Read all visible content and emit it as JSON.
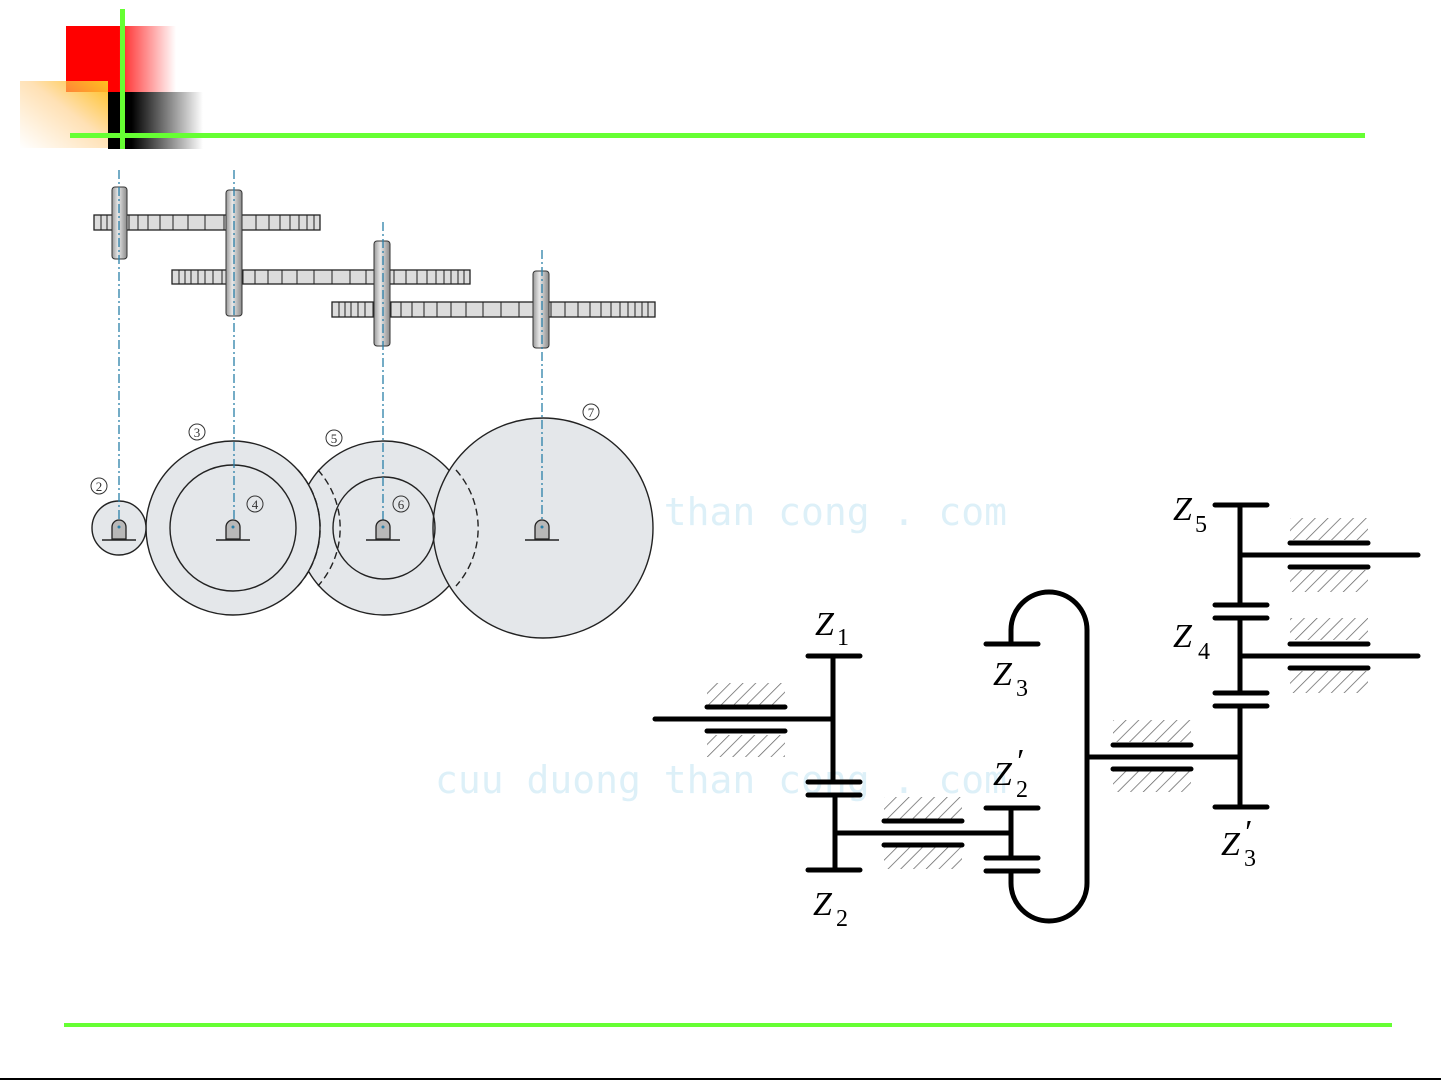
{
  "slide": {
    "decor": {
      "accent_green": "#66ff33",
      "accent_red": "#ff0000",
      "accent_orange": "#ffbf1e"
    },
    "watermarks": [
      "cuu duong than cong . com",
      "cuu duong than cong . com"
    ]
  },
  "gear_train_figure": {
    "gear_labels": [
      "2",
      "3",
      "4",
      "5",
      "6",
      "7"
    ],
    "shaft_color": "#2a7fa8",
    "gear_fill": "#e4e7ea"
  },
  "gearbox_schematic": {
    "labels": [
      {
        "name": "z1",
        "base": "Z",
        "sub": "1",
        "prime": ""
      },
      {
        "name": "z2",
        "base": "Z",
        "sub": "2",
        "prime": ""
      },
      {
        "name": "z3",
        "base": "Z",
        "sub": "3",
        "prime": ""
      },
      {
        "name": "z2-prime",
        "base": "Z",
        "sub": "2",
        "prime": "′"
      },
      {
        "name": "z5",
        "base": "Z",
        "sub": "5",
        "prime": ""
      },
      {
        "name": "z4",
        "base": "Z",
        "sub": "4",
        "prime": ""
      },
      {
        "name": "z3-prime",
        "base": "Z",
        "sub": "3",
        "prime": "′"
      }
    ]
  }
}
